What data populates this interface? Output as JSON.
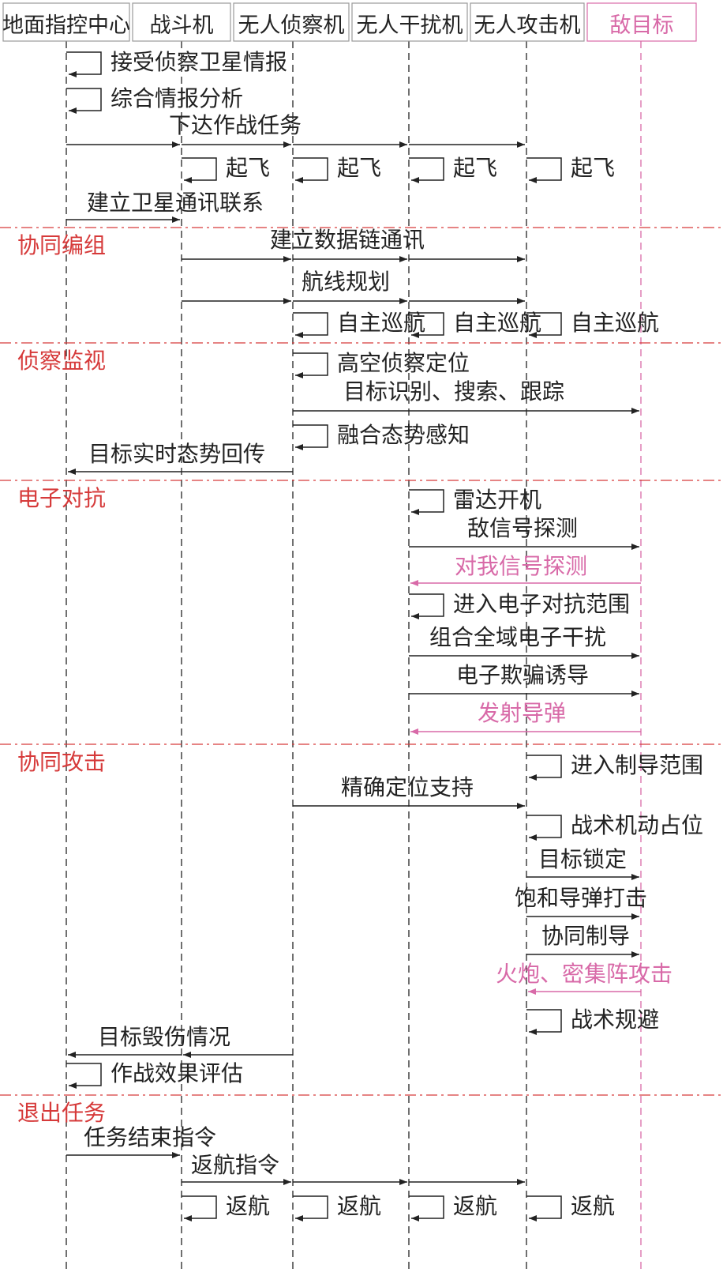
{
  "colors": {
    "ink": "#222222",
    "enemy": "#d86aa8",
    "phase": "#d63a3a",
    "frame": "#999999"
  },
  "participants": [
    {
      "id": "ground",
      "label": "地面指控中心"
    },
    {
      "id": "fighter",
      "label": "战斗机"
    },
    {
      "id": "recon",
      "label": "无人侦察机"
    },
    {
      "id": "jammer",
      "label": "无人干扰机"
    },
    {
      "id": "attack",
      "label": "无人攻击机"
    },
    {
      "id": "enemy",
      "label": "敌目标"
    }
  ],
  "phases": [
    "协同编组",
    "侦察监视",
    "电子对抗",
    "协同攻击",
    "退出任务"
  ],
  "messages": [
    {
      "kind": "self",
      "on": "ground",
      "label": "接受侦察卫星情报"
    },
    {
      "kind": "self",
      "on": "ground",
      "label": "综合情报分析"
    },
    {
      "kind": "broadcast",
      "from": "ground",
      "to": [
        "fighter",
        "recon",
        "jammer",
        "attack"
      ],
      "label": "下达作战任务"
    },
    {
      "kind": "self",
      "on": "fighter",
      "label": "起飞"
    },
    {
      "kind": "self",
      "on": "recon",
      "label": "起飞"
    },
    {
      "kind": "self",
      "on": "jammer",
      "label": "起飞"
    },
    {
      "kind": "self",
      "on": "attack",
      "label": "起飞"
    },
    {
      "kind": "arrow",
      "from": "ground",
      "to": "fighter",
      "label": "建立卫星通讯联系"
    },
    {
      "kind": "broadcast",
      "from": "fighter",
      "to": [
        "recon",
        "jammer",
        "attack"
      ],
      "label": "建立数据链通讯"
    },
    {
      "kind": "broadcast",
      "from": "fighter",
      "to": [
        "recon",
        "jammer",
        "attack"
      ],
      "label": "航线规划"
    },
    {
      "kind": "self",
      "on": "recon",
      "label": "自主巡航"
    },
    {
      "kind": "self",
      "on": "jammer",
      "label": "自主巡航"
    },
    {
      "kind": "self",
      "on": "attack",
      "label": "自主巡航"
    },
    {
      "kind": "self",
      "on": "recon",
      "label": "高空侦察定位"
    },
    {
      "kind": "arrow",
      "from": "recon",
      "to": "enemy",
      "label": "目标识别、搜索、跟踪"
    },
    {
      "kind": "self",
      "on": "recon",
      "label": "融合态势感知"
    },
    {
      "kind": "arrow",
      "from": "recon",
      "to": "ground",
      "label": "目标实时态势回传"
    },
    {
      "kind": "self",
      "on": "jammer",
      "label": "雷达开机"
    },
    {
      "kind": "arrow",
      "from": "jammer",
      "to": "enemy",
      "label": "敌信号探测"
    },
    {
      "kind": "arrow",
      "from": "enemy",
      "to": "jammer",
      "label": "对我信号探测"
    },
    {
      "kind": "self",
      "on": "jammer",
      "label": "进入电子对抗范围"
    },
    {
      "kind": "arrow",
      "from": "jammer",
      "to": "enemy",
      "label": "组合全域电子干扰"
    },
    {
      "kind": "arrow",
      "from": "jammer",
      "to": "enemy",
      "label": "电子欺骗诱导"
    },
    {
      "kind": "arrow",
      "from": "enemy",
      "to": "jammer",
      "label": "发射导弹"
    },
    {
      "kind": "self",
      "on": "attack",
      "label": "进入制导范围"
    },
    {
      "kind": "arrow",
      "from": "recon",
      "to": "attack",
      "label": "精确定位支持"
    },
    {
      "kind": "self",
      "on": "attack",
      "label": "战术机动占位"
    },
    {
      "kind": "arrow",
      "from": "attack",
      "to": "enemy",
      "label": "目标锁定"
    },
    {
      "kind": "arrow",
      "from": "attack",
      "to": "enemy",
      "label": "饱和导弹打击"
    },
    {
      "kind": "arrow",
      "from": "attack",
      "to": "enemy",
      "label": "协同制导"
    },
    {
      "kind": "arrow",
      "from": "enemy",
      "to": "attack",
      "label": "火炮、密集阵攻击"
    },
    {
      "kind": "self",
      "on": "attack",
      "label": "战术规避"
    },
    {
      "kind": "broadcast",
      "from": "recon",
      "to": [
        "fighter",
        "ground"
      ],
      "label": "目标毁伤情况"
    },
    {
      "kind": "self",
      "on": "ground",
      "label": "作战效果评估"
    },
    {
      "kind": "arrow",
      "from": "ground",
      "to": "fighter",
      "label": "任务结束指令"
    },
    {
      "kind": "broadcast",
      "from": "fighter",
      "to": [
        "recon",
        "jammer",
        "attack"
      ],
      "label": "返航指令"
    },
    {
      "kind": "self",
      "on": "fighter",
      "label": "返航"
    },
    {
      "kind": "self",
      "on": "recon",
      "label": "返航"
    },
    {
      "kind": "self",
      "on": "jammer",
      "label": "返航"
    },
    {
      "kind": "self",
      "on": "attack",
      "label": "返航"
    }
  ]
}
